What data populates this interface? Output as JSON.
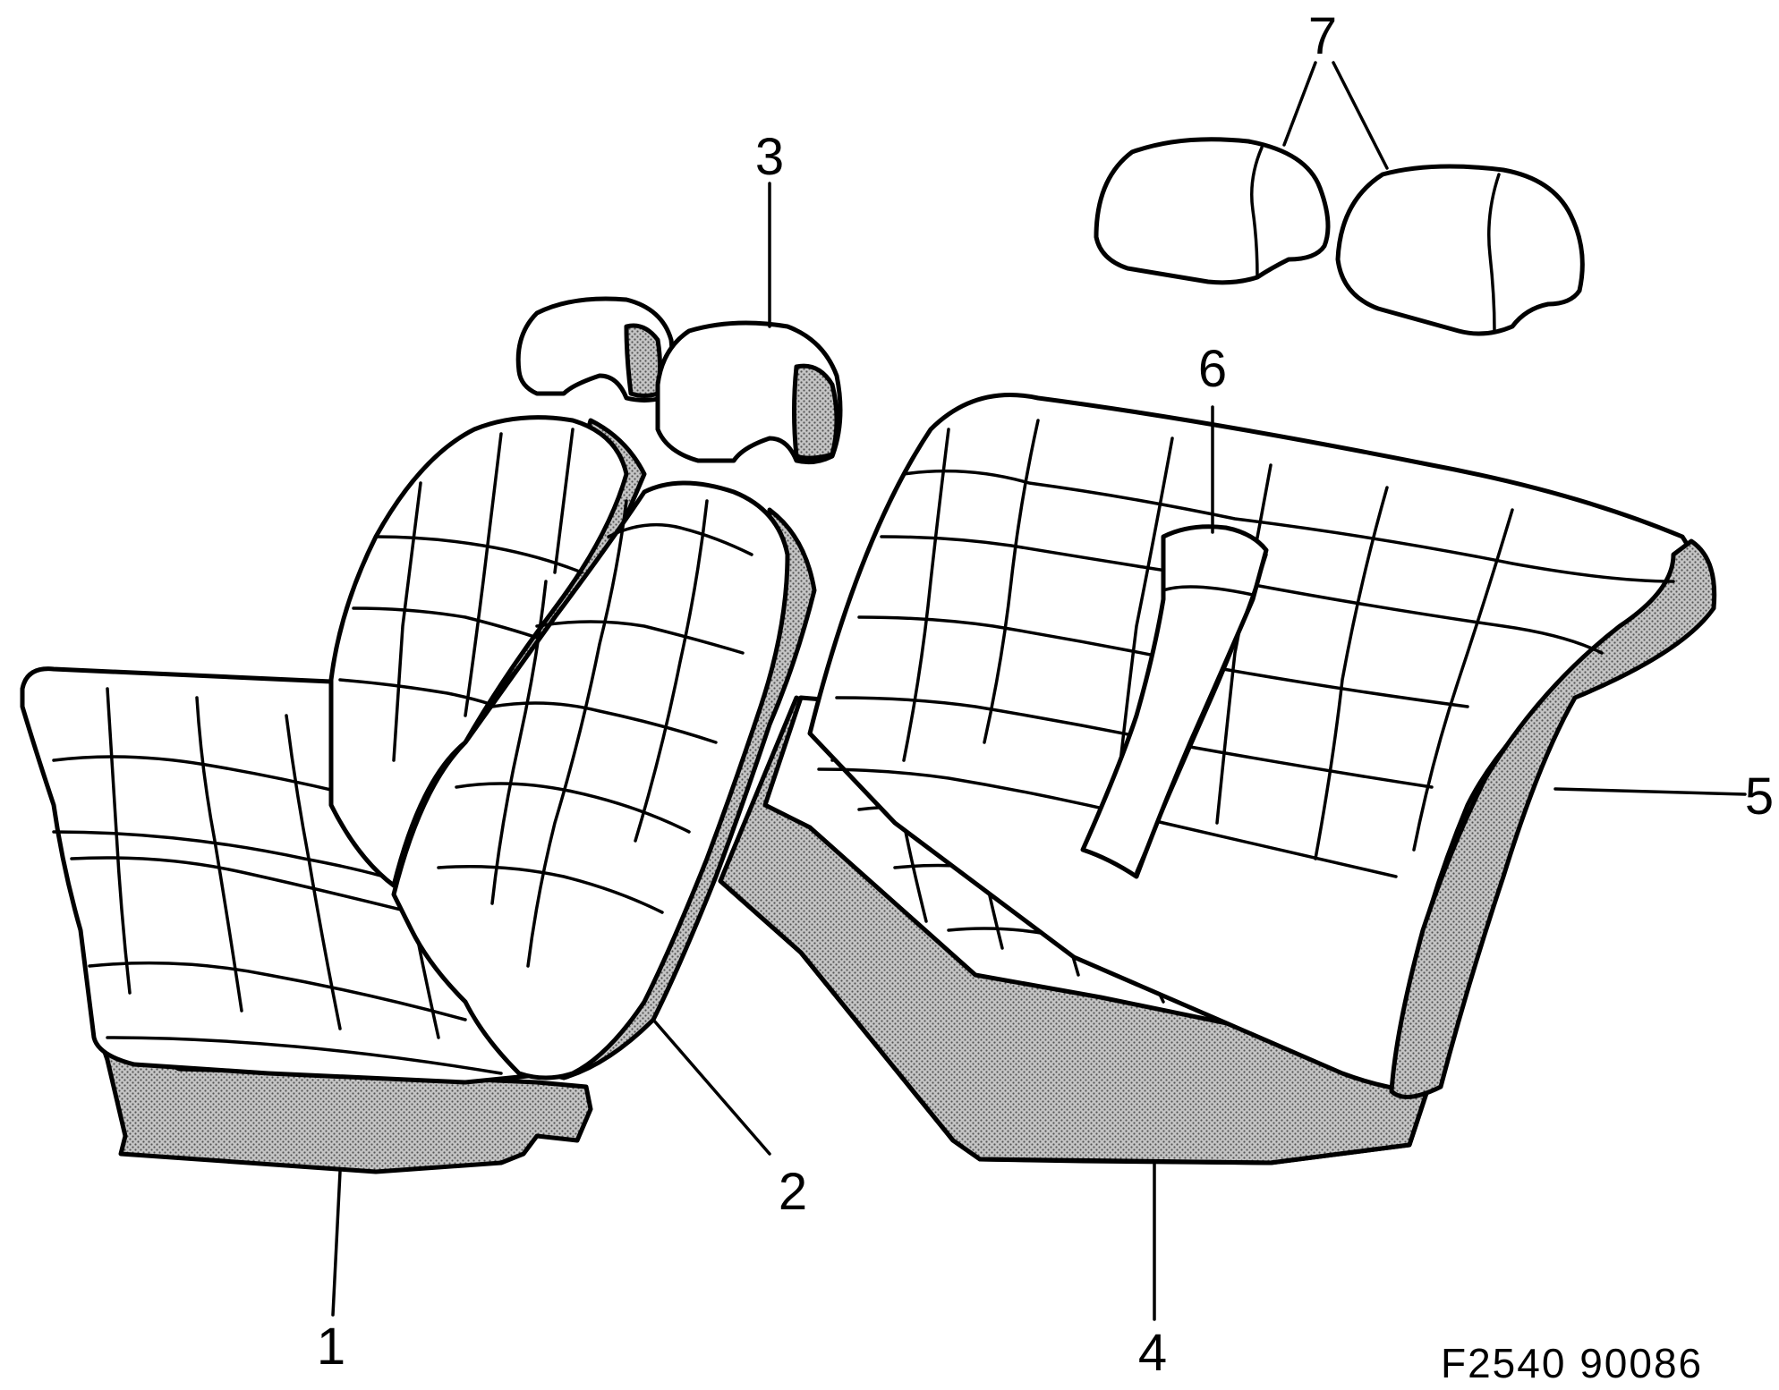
{
  "figure": {
    "code": "F2540 90086"
  },
  "callouts": [
    {
      "id": "1",
      "label": "1"
    },
    {
      "id": "2",
      "label": "2"
    },
    {
      "id": "3",
      "label": "3"
    },
    {
      "id": "4",
      "label": "4"
    },
    {
      "id": "5",
      "label": "5"
    },
    {
      "id": "6",
      "label": "6"
    },
    {
      "id": "7",
      "label": "7"
    }
  ],
  "colors": {
    "line": "#000000",
    "background": "#ffffff",
    "shading": "#9a9a9a"
  }
}
